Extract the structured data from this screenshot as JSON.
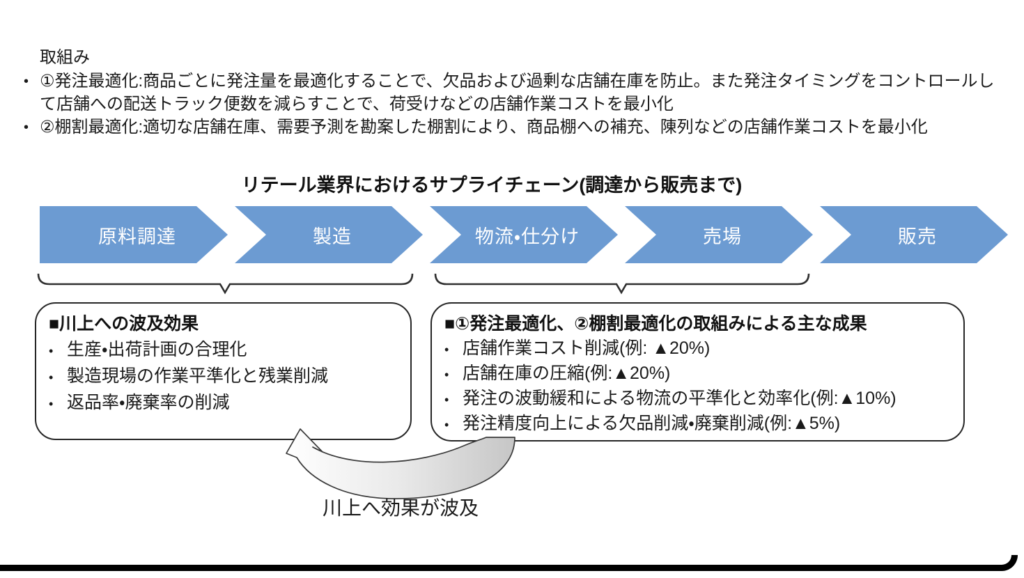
{
  "chars": {
    "bullet": "•"
  },
  "intro": {
    "heading": "取組み",
    "items": [
      "①発注最適化:商品ごとに発注量を最適化することで、欠品および過剰な店舗在庫を防止。また発注タイミングをコントロールして店舗への配送トラック便数を減らすことで、荷受けなどの店舗作業コストを最小化",
      "②棚割最適化:適切な店舗在庫、需要予測を勘案した棚割により、商品棚への補充、陳列などの店舗作業コストを最小化"
    ]
  },
  "diagram": {
    "title": "リテール業界におけるサプライチェーン(調達から販売まで)",
    "chevron_color": "#6C9BD2",
    "stages": [
      "原料調達",
      "製造",
      "物流・仕分け",
      "売場",
      "販売"
    ],
    "upstream_box": {
      "title": "■川上への波及効果",
      "items": [
        "生産・出荷計画の合理化",
        "製造現場の作業平準化と残業削減",
        "返品率・廃棄率の削減"
      ]
    },
    "results_box": {
      "title": "■①発注最適化、②棚割最適化の取組みによる主な成果",
      "items": [
        "店舗作業コスト削減(例: ▲20%)",
        "店舗在庫の圧縮(例:▲20%)",
        "発注の波動緩和による物流の平準化と効率化(例:▲10%)",
        "発注精度向上による欠品削減・廃棄削減(例:▲5%)"
      ]
    },
    "feedback_label": "川上へ効果が波及"
  }
}
